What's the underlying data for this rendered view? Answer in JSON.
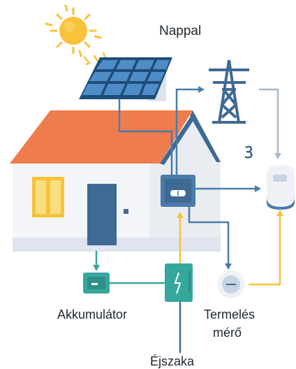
{
  "labels": {
    "day": "Nappal",
    "battery": "Akkumulátor",
    "production_meter_line1": "Termelés",
    "production_meter_line2": "mérő",
    "night": "Éjszaka",
    "grid_wave": "ꝫ"
  },
  "icons": {
    "sun": "sun-icon",
    "solar_panel": "solar-panel-icon",
    "house": "house-icon",
    "power_tower": "power-tower-icon",
    "inverter": "inverter-icon",
    "grid_meter": "grid-meter-icon",
    "battery": "battery-icon",
    "charge_controller": "charge-controller-icon",
    "production_meter": "production-meter-icon"
  },
  "colors": {
    "sun": "#f6c33a",
    "roof": "#ef7c4c",
    "house_wall": "#f3f5f8",
    "panel": "#2f6da6",
    "tower": "#3e6a93",
    "flow_blue": "#4a7bab",
    "flow_yellow": "#f6c33a",
    "flow_teal": "#36a79c",
    "grid_line": "#a9b8cc"
  }
}
